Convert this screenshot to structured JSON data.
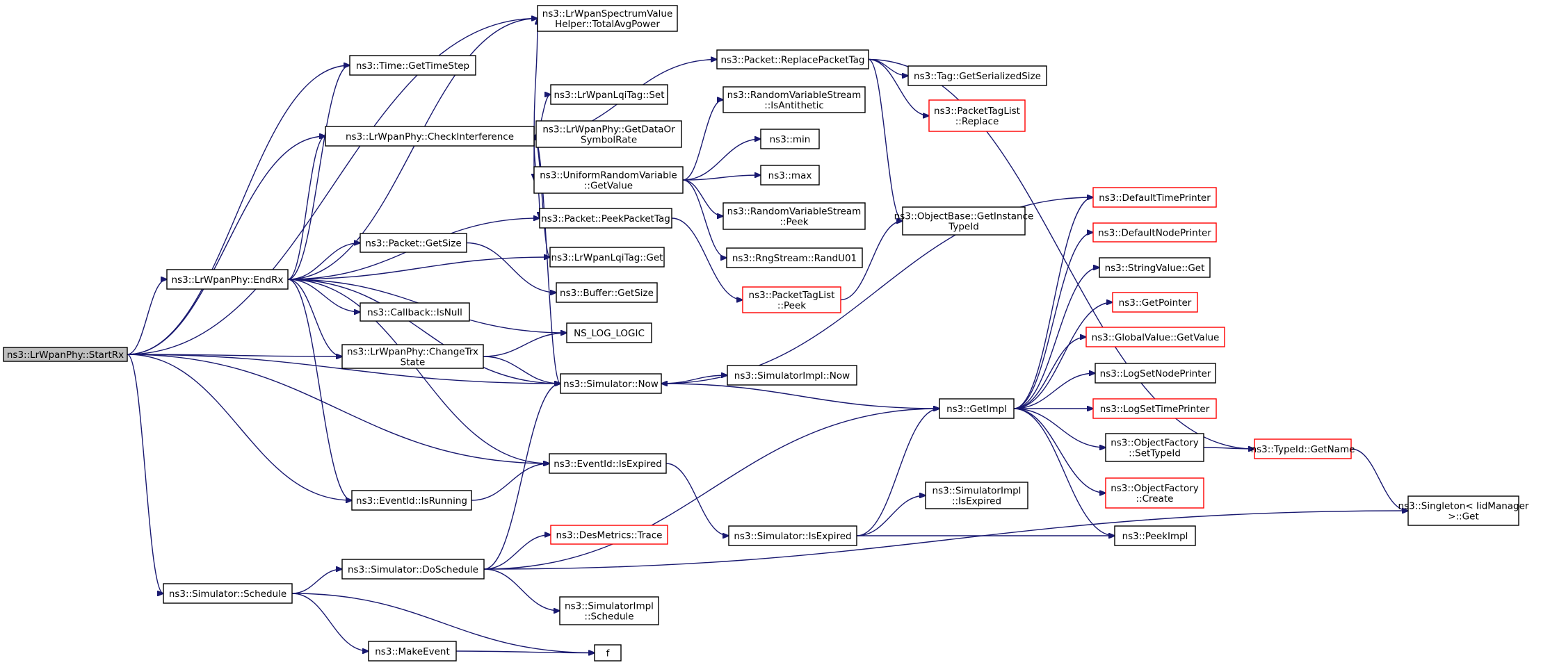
{
  "graph": {
    "kind": "call-graph",
    "colors": {
      "edge": "#191970",
      "box_border": "#000000",
      "missing_doc_border": "#ff0000",
      "root_fill": "#bfbfbf",
      "box_fill": "#ffffff"
    },
    "nodes": [
      {
        "id": "startrx",
        "lines": [
          "ns3::LrWpanPhy::StartRx"
        ],
        "style": "root"
      },
      {
        "id": "totalavgpower",
        "lines": [
          "ns3::LrWpanSpectrumValue",
          "Helper::TotalAvgPower"
        ]
      },
      {
        "id": "gettimestep",
        "lines": [
          "ns3::Time::GetTimeStep"
        ]
      },
      {
        "id": "checkinterf",
        "lines": [
          "ns3::LrWpanPhy::CheckInterference"
        ]
      },
      {
        "id": "endrx",
        "lines": [
          "ns3::LrWpanPhy::EndRx"
        ]
      },
      {
        "id": "changetrx",
        "lines": [
          "ns3::LrWpanPhy::ChangeTrx",
          "State"
        ]
      },
      {
        "id": "simnow",
        "lines": [
          "ns3::Simulator::Now"
        ]
      },
      {
        "id": "eventisexpired",
        "lines": [
          "ns3::EventId::IsExpired"
        ]
      },
      {
        "id": "isrunning",
        "lines": [
          "ns3::EventId::IsRunning"
        ]
      },
      {
        "id": "schedule",
        "lines": [
          "ns3::Simulator::Schedule"
        ]
      },
      {
        "id": "doschedule",
        "lines": [
          "ns3::Simulator::DoSchedule"
        ]
      },
      {
        "id": "makeevent",
        "lines": [
          "ns3::MakeEvent"
        ]
      },
      {
        "id": "f",
        "lines": [
          "f"
        ]
      },
      {
        "id": "replacetag",
        "lines": [
          "ns3::Packet::ReplacePacketTag"
        ]
      },
      {
        "id": "lqiset",
        "lines": [
          "ns3::LrWpanLqiTag::Set"
        ]
      },
      {
        "id": "getdatarate",
        "lines": [
          "ns3::LrWpanPhy::GetDataOr",
          "SymbolRate"
        ]
      },
      {
        "id": "urvgetvalue",
        "lines": [
          "ns3::UniformRandomVariable",
          "::GetValue"
        ]
      },
      {
        "id": "peektag",
        "lines": [
          "ns3::Packet::PeekPacketTag"
        ]
      },
      {
        "id": "lqiget",
        "lines": [
          "ns3::LrWpanLqiTag::Get"
        ]
      },
      {
        "id": "pktgetsize",
        "lines": [
          "ns3::Packet::GetSize"
        ]
      },
      {
        "id": "bufgetsize",
        "lines": [
          "ns3::Buffer::GetSize"
        ]
      },
      {
        "id": "cbisnull",
        "lines": [
          "ns3::Callback::IsNull"
        ]
      },
      {
        "id": "nsloglogic",
        "lines": [
          "NS_LOG_LOGIC"
        ]
      },
      {
        "id": "simimplnow",
        "lines": [
          "ns3::SimulatorImpl::Now"
        ]
      },
      {
        "id": "desmetrics",
        "lines": [
          "ns3::DesMetrics::Trace"
        ],
        "style": "red"
      },
      {
        "id": "simimplschedule",
        "lines": [
          "ns3::SimulatorImpl",
          "::Schedule"
        ]
      },
      {
        "id": "tagserial",
        "lines": [
          "ns3::Tag::GetSerializedSize"
        ]
      },
      {
        "id": "ptlreplace",
        "lines": [
          "ns3::PacketTagList",
          "::Replace"
        ],
        "style": "red"
      },
      {
        "id": "rvsantithetic",
        "lines": [
          "ns3::RandomVariableStream",
          "::IsAntithetic"
        ]
      },
      {
        "id": "min",
        "lines": [
          "ns3::min"
        ]
      },
      {
        "id": "max",
        "lines": [
          "ns3::max"
        ]
      },
      {
        "id": "rvspeek",
        "lines": [
          "ns3::RandomVariableStream",
          "::Peek"
        ]
      },
      {
        "id": "randu01",
        "lines": [
          "ns3::RngStream::RandU01"
        ]
      },
      {
        "id": "ptlpeek",
        "lines": [
          "ns3::PacketTagList",
          "::Peek"
        ],
        "style": "red"
      },
      {
        "id": "objbase",
        "lines": [
          "ns3::ObjectBase::GetInstance",
          "TypeId"
        ]
      },
      {
        "id": "getimpl",
        "lines": [
          "ns3::GetImpl"
        ]
      },
      {
        "id": "simisexpired",
        "lines": [
          "ns3::Simulator::IsExpired"
        ]
      },
      {
        "id": "simimplisexpired",
        "lines": [
          "ns3::SimulatorImpl",
          "::IsExpired"
        ]
      },
      {
        "id": "deftimeprinter",
        "lines": [
          "ns3::DefaultTimePrinter"
        ],
        "style": "red"
      },
      {
        "id": "defnodeprinter",
        "lines": [
          "ns3::DefaultNodePrinter"
        ],
        "style": "red"
      },
      {
        "id": "stringget",
        "lines": [
          "ns3::StringValue::Get"
        ]
      },
      {
        "id": "getpointer",
        "lines": [
          "ns3::GetPointer"
        ],
        "style": "red"
      },
      {
        "id": "gvgetvalue",
        "lines": [
          "ns3::GlobalValue::GetValue"
        ],
        "style": "red"
      },
      {
        "id": "logsetnode",
        "lines": [
          "ns3::LogSetNodePrinter"
        ]
      },
      {
        "id": "logsettime",
        "lines": [
          "ns3::LogSetTimePrinter"
        ],
        "style": "red"
      },
      {
        "id": "ofsettypeid",
        "lines": [
          "ns3::ObjectFactory",
          "::SetTypeId"
        ]
      },
      {
        "id": "ofcreate",
        "lines": [
          "ns3::ObjectFactory",
          "::Create"
        ],
        "style": "red"
      },
      {
        "id": "peekimpl",
        "lines": [
          "ns3::PeekImpl"
        ]
      },
      {
        "id": "typeidgetname",
        "lines": [
          "ns3::TypeId::GetName"
        ],
        "style": "red"
      },
      {
        "id": "singleton",
        "lines": [
          "ns3::Singleton< IidManager",
          " >::Get"
        ]
      }
    ],
    "edges": [
      [
        "startrx",
        "totalavgpower"
      ],
      [
        "startrx",
        "gettimestep"
      ],
      [
        "startrx",
        "checkinterf"
      ],
      [
        "startrx",
        "endrx"
      ],
      [
        "startrx",
        "changetrx"
      ],
      [
        "startrx",
        "simnow"
      ],
      [
        "startrx",
        "eventisexpired"
      ],
      [
        "startrx",
        "isrunning"
      ],
      [
        "startrx",
        "schedule"
      ],
      [
        "endrx",
        "totalavgpower"
      ],
      [
        "endrx",
        "gettimestep"
      ],
      [
        "endrx",
        "checkinterf"
      ],
      [
        "endrx",
        "peektag"
      ],
      [
        "endrx",
        "lqiget"
      ],
      [
        "endrx",
        "pktgetsize"
      ],
      [
        "endrx",
        "cbisnull"
      ],
      [
        "endrx",
        "nsloglogic"
      ],
      [
        "endrx",
        "changetrx"
      ],
      [
        "endrx",
        "simnow"
      ],
      [
        "endrx",
        "eventisexpired"
      ],
      [
        "endrx",
        "isrunning"
      ],
      [
        "checkinterf",
        "totalavgpower"
      ],
      [
        "checkinterf",
        "replacetag"
      ],
      [
        "checkinterf",
        "lqiset"
      ],
      [
        "checkinterf",
        "getdatarate"
      ],
      [
        "checkinterf",
        "urvgetvalue"
      ],
      [
        "checkinterf",
        "peektag"
      ],
      [
        "checkinterf",
        "lqiget"
      ],
      [
        "checkinterf",
        "simnow"
      ],
      [
        "changetrx",
        "nsloglogic"
      ],
      [
        "changetrx",
        "simnow"
      ],
      [
        "schedule",
        "doschedule"
      ],
      [
        "schedule",
        "makeevent"
      ],
      [
        "schedule",
        "f"
      ],
      [
        "makeevent",
        "f"
      ],
      [
        "doschedule",
        "simnow"
      ],
      [
        "doschedule",
        "getimpl"
      ],
      [
        "doschedule",
        "desmetrics"
      ],
      [
        "doschedule",
        "simimplschedule"
      ],
      [
        "doschedule",
        "singleton"
      ],
      [
        "isrunning",
        "eventisexpired"
      ],
      [
        "eventisexpired",
        "simisexpired"
      ],
      [
        "pktgetsize",
        "bufgetsize"
      ],
      [
        "peektag",
        "ptlpeek"
      ],
      [
        "ptlpeek",
        "objbase"
      ],
      [
        "replacetag",
        "tagserial"
      ],
      [
        "replacetag",
        "ptlreplace"
      ],
      [
        "replacetag",
        "objbase"
      ],
      [
        "replacetag",
        "typeidgetname"
      ],
      [
        "urvgetvalue",
        "rvsantithetic"
      ],
      [
        "urvgetvalue",
        "min"
      ],
      [
        "urvgetvalue",
        "max"
      ],
      [
        "urvgetvalue",
        "rvspeek"
      ],
      [
        "urvgetvalue",
        "randu01"
      ],
      [
        "simnow",
        "simimplnow"
      ],
      [
        "simnow",
        "getimpl"
      ],
      [
        "simisexpired",
        "getimpl"
      ],
      [
        "simisexpired",
        "simimplisexpired"
      ],
      [
        "simisexpired",
        "peekimpl"
      ],
      [
        "getimpl",
        "deftimeprinter"
      ],
      [
        "getimpl",
        "defnodeprinter"
      ],
      [
        "getimpl",
        "stringget"
      ],
      [
        "getimpl",
        "getpointer"
      ],
      [
        "getimpl",
        "gvgetvalue"
      ],
      [
        "getimpl",
        "logsetnode"
      ],
      [
        "getimpl",
        "logsettime"
      ],
      [
        "getimpl",
        "ofsettypeid"
      ],
      [
        "getimpl",
        "ofcreate"
      ],
      [
        "getimpl",
        "peekimpl"
      ],
      [
        "deftimeprinter",
        "simnow"
      ],
      [
        "ofsettypeid",
        "typeidgetname"
      ],
      [
        "typeidgetname",
        "singleton"
      ]
    ]
  }
}
